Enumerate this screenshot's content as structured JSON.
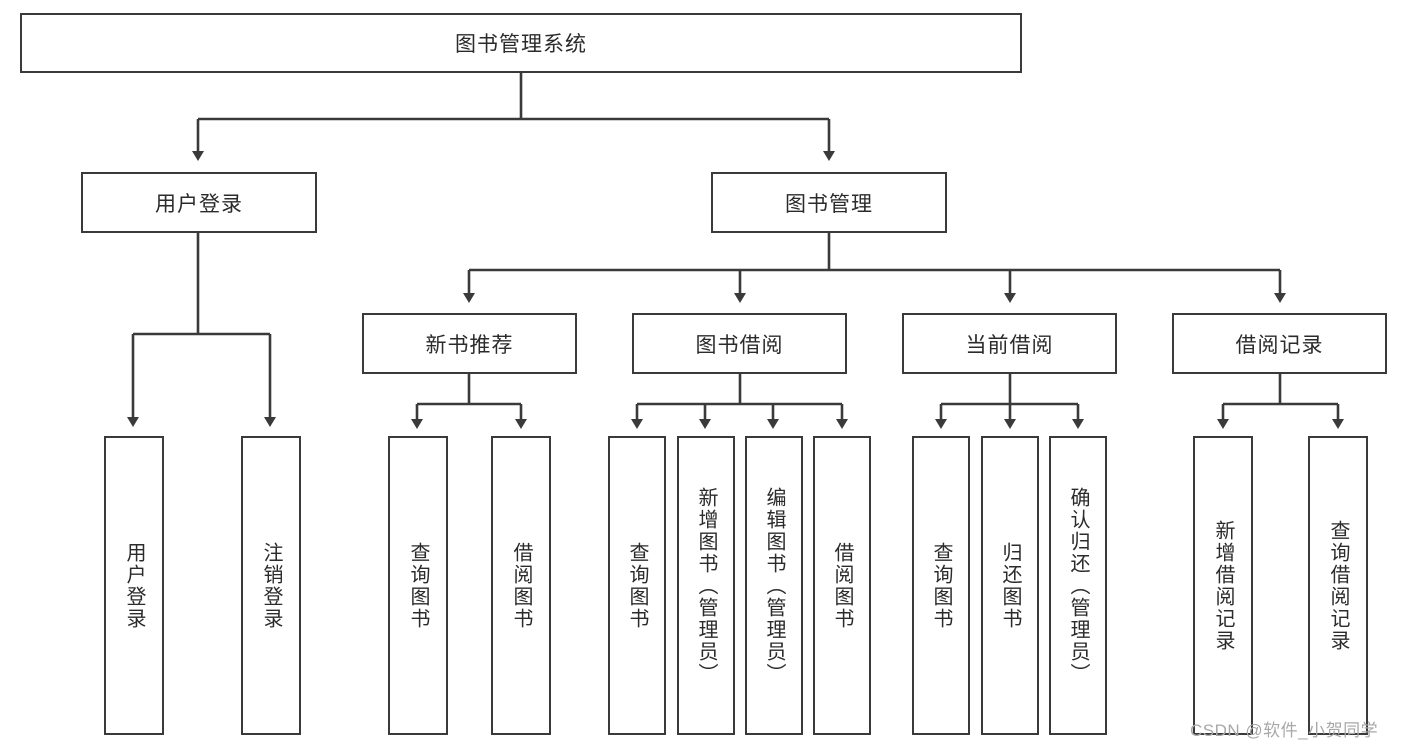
{
  "diagram": {
    "title": "图书管理系统",
    "type": "hierarchy-tree",
    "root": {
      "id": "root",
      "label": "图书管理系统",
      "orientation": "horizontal"
    },
    "level1": [
      {
        "id": "user-login",
        "label": "用户登录",
        "orientation": "horizontal"
      },
      {
        "id": "book-management",
        "label": "图书管理",
        "orientation": "horizontal"
      }
    ],
    "level2": [
      {
        "id": "new-book-recommend",
        "label": "新书推荐",
        "orientation": "horizontal",
        "parent": "book-management"
      },
      {
        "id": "book-borrow",
        "label": "图书借阅",
        "orientation": "horizontal",
        "parent": "book-management"
      },
      {
        "id": "current-borrow",
        "label": "当前借阅",
        "orientation": "horizontal",
        "parent": "book-management"
      },
      {
        "id": "borrow-record",
        "label": "借阅记录",
        "orientation": "horizontal",
        "parent": "book-management"
      }
    ],
    "leaves": [
      {
        "id": "leaf-user-login",
        "label": "用户登录",
        "orientation": "vertical",
        "parent": "user-login"
      },
      {
        "id": "leaf-logout",
        "label": "注销登录",
        "orientation": "vertical",
        "parent": "user-login"
      },
      {
        "id": "leaf-query-book-1",
        "label": "查询图书",
        "orientation": "vertical",
        "parent": "new-book-recommend"
      },
      {
        "id": "leaf-borrow-book-1",
        "label": "借阅图书",
        "orientation": "vertical",
        "parent": "new-book-recommend"
      },
      {
        "id": "leaf-query-book-2",
        "label": "查询图书",
        "orientation": "vertical",
        "parent": "book-borrow"
      },
      {
        "id": "leaf-add-book",
        "label": "新增图书（管理员）",
        "orientation": "vertical",
        "parent": "book-borrow"
      },
      {
        "id": "leaf-edit-book",
        "label": "编辑图书（管理员）",
        "orientation": "vertical",
        "parent": "book-borrow"
      },
      {
        "id": "leaf-borrow-book-2",
        "label": "借阅图书",
        "orientation": "vertical",
        "parent": "book-borrow"
      },
      {
        "id": "leaf-query-book-3",
        "label": "查询图书",
        "orientation": "vertical",
        "parent": "current-borrow"
      },
      {
        "id": "leaf-return-book",
        "label": "归还图书",
        "orientation": "vertical",
        "parent": "current-borrow"
      },
      {
        "id": "leaf-confirm-return",
        "label": "确认归还（管理员）",
        "orientation": "vertical",
        "parent": "current-borrow"
      },
      {
        "id": "leaf-add-record",
        "label": "新增借阅记录",
        "orientation": "vertical",
        "parent": "borrow-record"
      },
      {
        "id": "leaf-query-record",
        "label": "查询借阅记录",
        "orientation": "vertical",
        "parent": "borrow-record"
      }
    ],
    "watermark": "CSDN @软件_小贺同学",
    "colors": {
      "box_border": "#3a3a3a",
      "box_fill": "#ffffff",
      "text": "#2b2b2b",
      "connector": "#3a3a3a",
      "watermark": "#a8a8a8",
      "background": "#ffffff"
    }
  }
}
